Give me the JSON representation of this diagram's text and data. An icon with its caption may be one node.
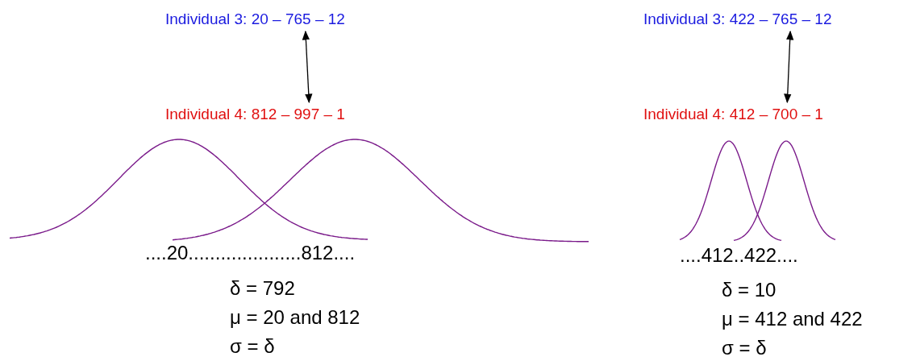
{
  "diagram": {
    "nodes": [
      {
        "text": [
          "Individual 3:  20 – 765 – 12"
        ]
      },
      {
        "text": [
          "Individual 4: 812 – 997 – 1"
        ]
      },
      {
        "text": [
          "Individual 3: 422 – 765 – 12"
        ]
      },
      {
        "text": [
          "Individual 4: 412 – 700 – 1"
        ]
      }
    ],
    "edges": [
      {
        "from": 0,
        "to": 1,
        "arrow": "both"
      },
      {
        "from": 2,
        "to": 3,
        "arrow": "both"
      }
    ],
    "labels": [
      "....20.....................812....",
      "δ = 792",
      "μ = 20 and 812",
      "σ = δ",
      "....412..422....",
      "δ = 10",
      "μ = 412 and 422",
      "σ = δ"
    ]
  }
}
